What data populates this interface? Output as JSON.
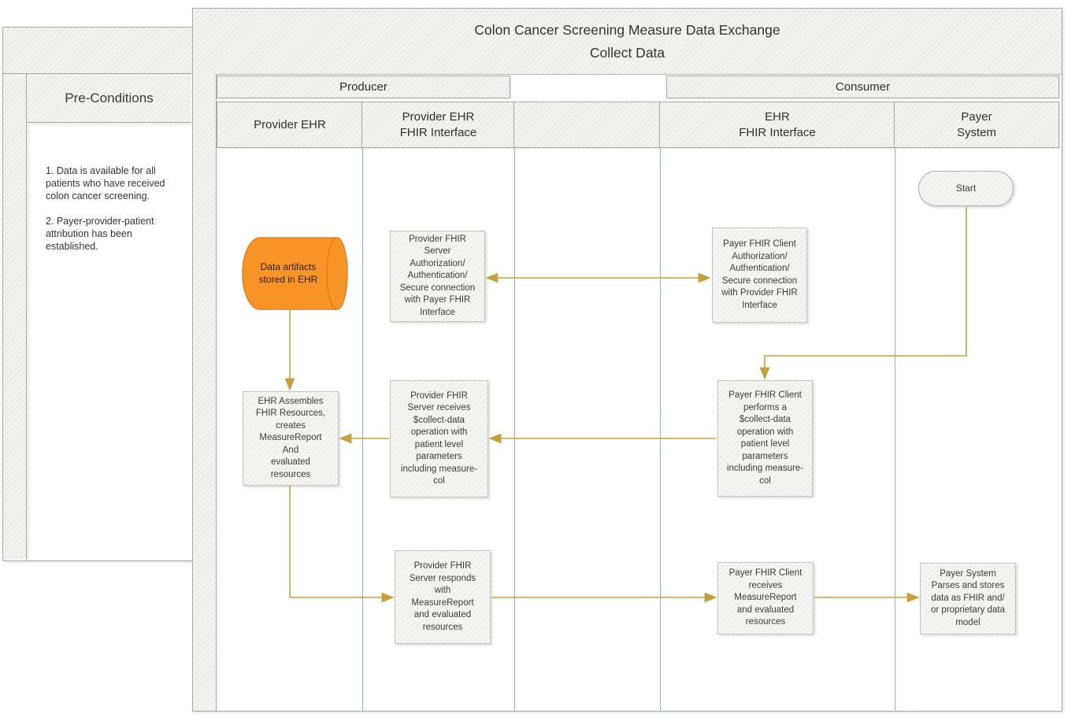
{
  "preconditions": {
    "title": "Pre-Conditions",
    "body": "1. Data is available for all\npatients who have received\ncolon cancer screening.\n\n2. Payer-provider-patient\nattribution has been\nestablished."
  },
  "diagram": {
    "title": "Colon Cancer Screening Measure Data Exchange\nCollect Data",
    "bands": {
      "producer": "Producer",
      "consumer": "Consumer"
    },
    "lanes": {
      "provider_ehr": "Provider EHR",
      "provider_ehr_fhir": "Provider EHR\nFHIR Interface",
      "middle": "",
      "ehr_fhir": "EHR\nFHIR Interface",
      "payer_system": "Payer\nSystem"
    }
  },
  "nodes": {
    "start": {
      "label": "Start",
      "type": "start"
    },
    "data_artifacts": {
      "label": "Data artifacts\nstored in EHR",
      "type": "stored-data"
    },
    "provider_auth": {
      "label": "Provider FHIR\nServer\nAuthorization/\nAuthentication/\nSecure connection\nwith Payer FHIR\nInterface",
      "type": "process"
    },
    "payer_auth": {
      "label": "Payer FHIR Client\nAuthorization/\nAuthentication/\nSecure connection\nwith Provider FHIR\nInterface",
      "type": "process"
    },
    "ehr_assembles": {
      "label": "EHR Assembles\nFHIR Resources,\ncreates\nMeasureReport\nAnd\nevaluated\nresources",
      "type": "process"
    },
    "provider_receives": {
      "label": "Provider FHIR\nServer receives\n$collect-data\noperation with\npatient level\nparameters\nincluding measure-\ncol",
      "type": "process"
    },
    "payer_performs": {
      "label": "Payer FHIR Client\nperforms a\n$collect-data\noperation with\npatient level\nparameters\nincluding measure-\ncol",
      "type": "process"
    },
    "provider_responds": {
      "label": "Provider FHIR\nServer responds\nwith\nMeasureReport\nand evaluated\nresources",
      "type": "process"
    },
    "payer_receives": {
      "label": "Payer FHIR Client\nreceives\nMeasureReport\nand evaluated\nresources",
      "type": "process"
    },
    "payer_parses": {
      "label": "Payer System\nParses and stores\ndata as FHIR and/\nor proprietary data\nmodel",
      "type": "process"
    }
  },
  "colors": {
    "stored_data_fill": "#F79428",
    "stored_data_stroke": "#DE8220",
    "connector_gold": "#C7A03C",
    "lane_divider": "#9CADA9",
    "frame_border": "#A7A7A7",
    "hatch_fill": "#ECECEA"
  }
}
